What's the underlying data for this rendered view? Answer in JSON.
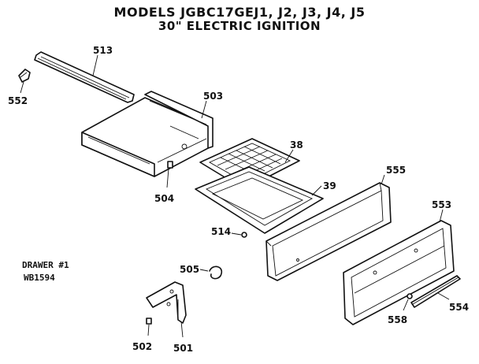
{
  "diagram": {
    "title_line1": "MODELS JGBC17GEJ1, J2, J3, J4, J5",
    "title_line2": "30\" ELECTRIC IGNITION",
    "note_line1": "DRAWER #1",
    "note_line2": "WB1594",
    "part_labels": {
      "p513": "513",
      "p552": "552",
      "p503": "503",
      "p38": "38",
      "p504": "504",
      "p39": "39",
      "p555": "555",
      "p553": "553",
      "p514": "514",
      "p505": "505",
      "p558": "558",
      "p554": "554",
      "p502": "502",
      "p501": "501"
    }
  }
}
